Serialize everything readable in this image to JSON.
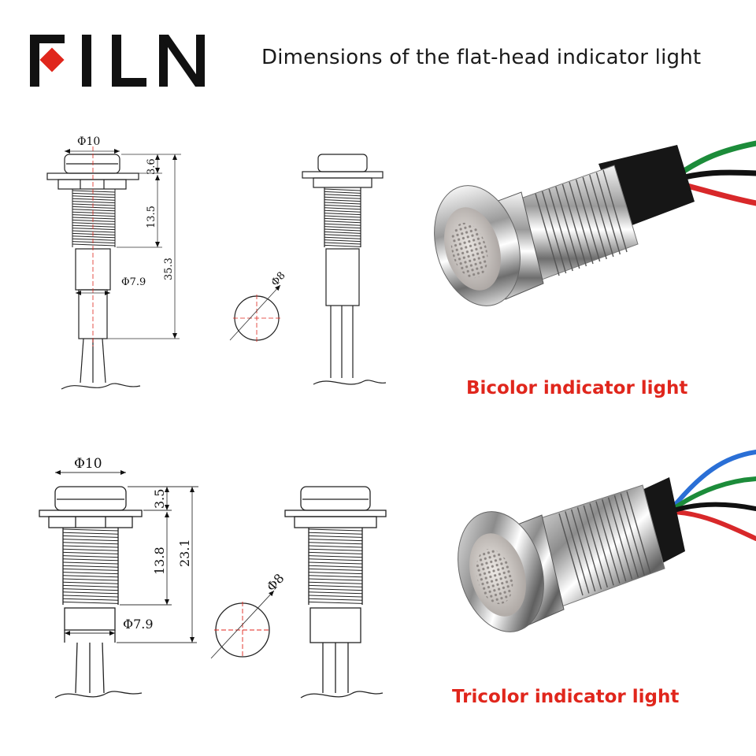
{
  "brand": {
    "logo_text": "FILN",
    "accent": "#e0261c"
  },
  "title": "Dimensions of the flat-head indicator light",
  "drawing_top": {
    "dia_head": "Φ10",
    "head_h": "3.6",
    "thread_len": "13.5",
    "total_len": "35.3",
    "dia_body": "Φ7.9",
    "hole_dia": "Φ8"
  },
  "drawing_bottom": {
    "dia_head": "Φ10",
    "head_h": "3.5",
    "thread_len": "13.8",
    "total_len": "23.1",
    "dia_body": "Φ7.9",
    "hole_dia": "Φ8"
  },
  "labels": {
    "bicolor": "Bicolor indicator light",
    "tricolor": "Tricolor indicator light"
  },
  "wire_colors": {
    "bicolor": [
      "#1c8c3a",
      "#d8282a",
      "#111111"
    ],
    "tricolor": [
      "#2a6fd6",
      "#1c8c3a",
      "#d8282a",
      "#111111"
    ]
  }
}
